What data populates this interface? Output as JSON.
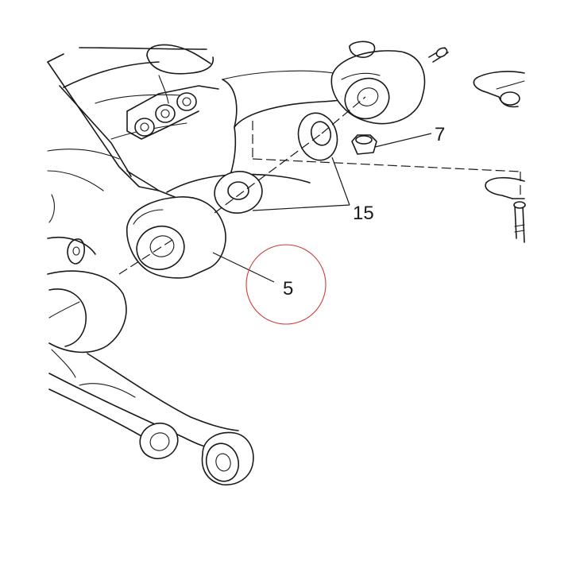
{
  "diagram": {
    "callouts": [
      {
        "id": "part-7",
        "label": "7"
      },
      {
        "id": "part-15",
        "label": "15"
      },
      {
        "id": "part-5",
        "label": "5"
      }
    ],
    "highlight": {
      "shape": "circle",
      "color": "#cc3b3b",
      "target": "part-5"
    },
    "line_color": "#1a1a1a",
    "background": "#ffffff"
  }
}
